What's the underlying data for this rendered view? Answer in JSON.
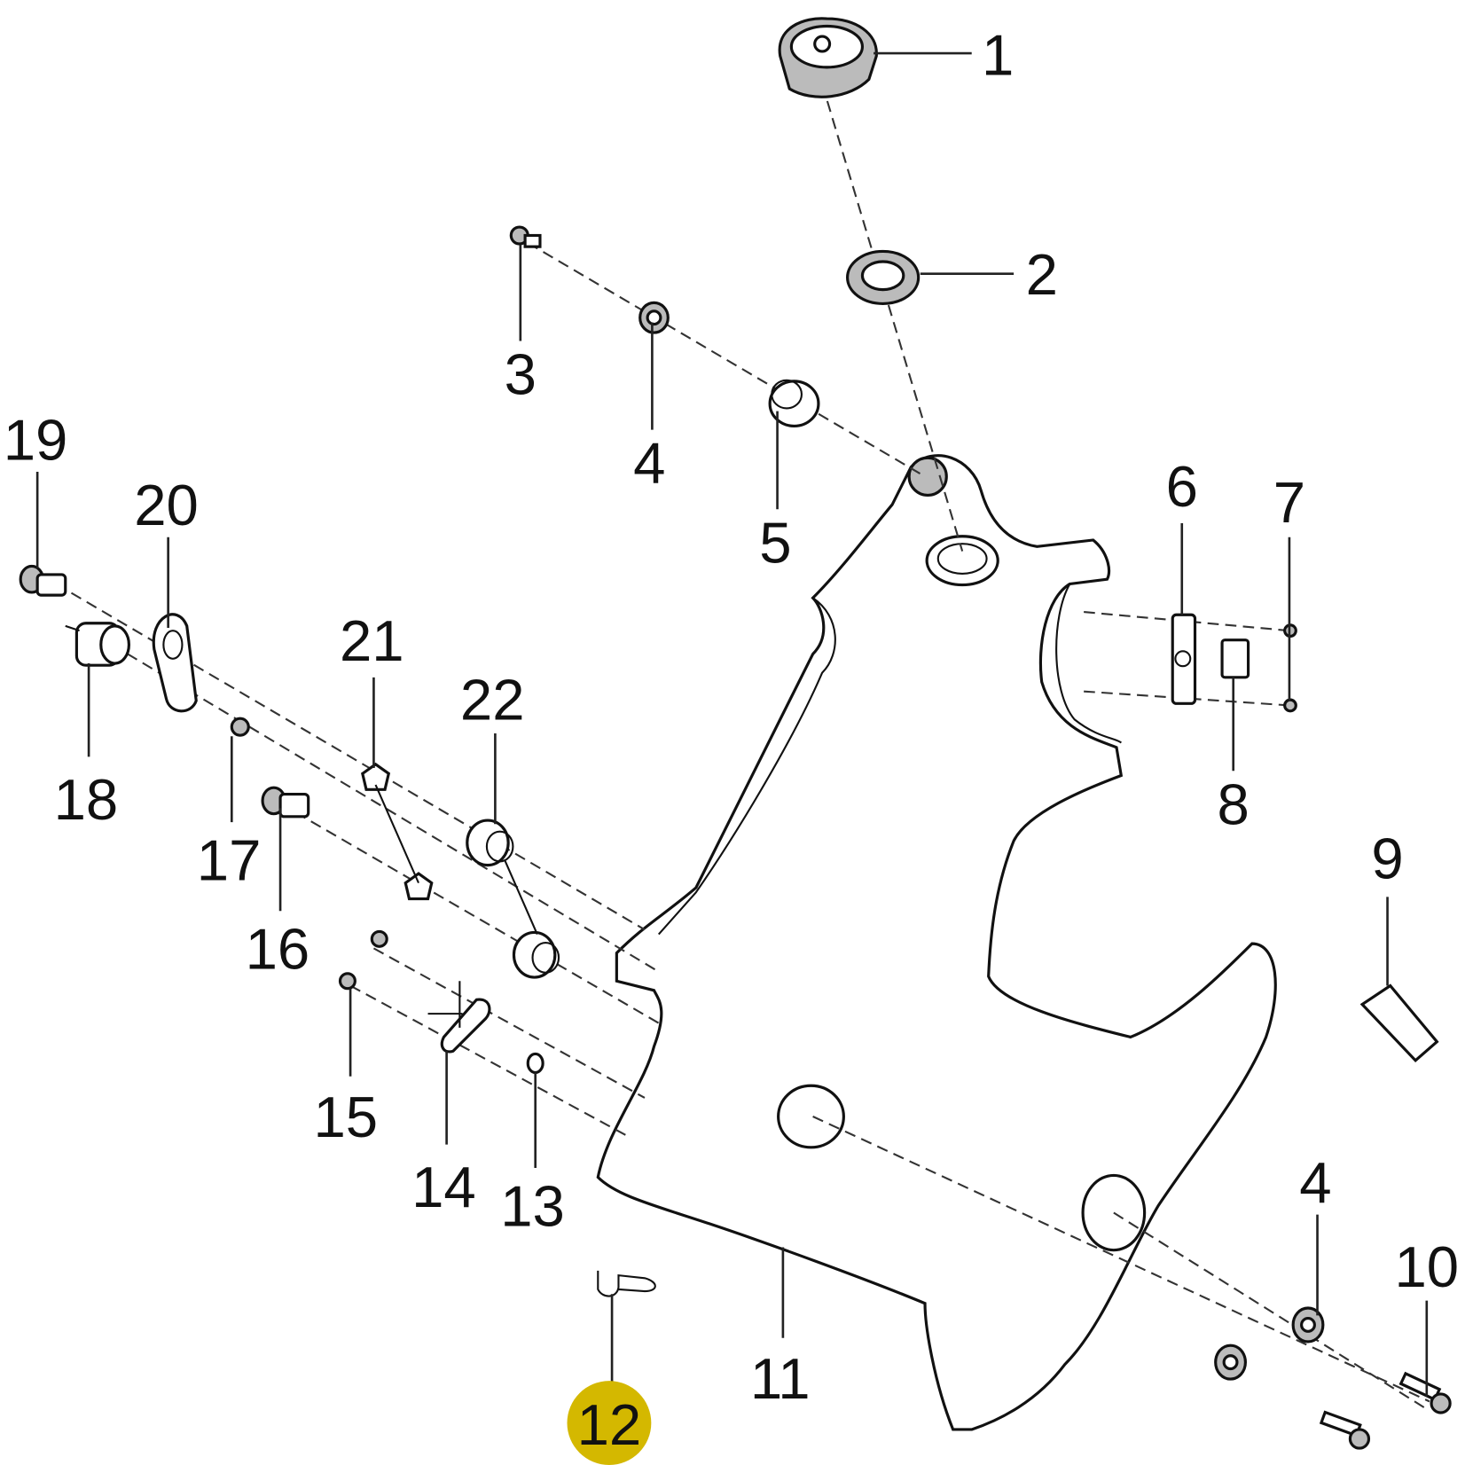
{
  "diagram": {
    "title": "Exploded parts view",
    "highlight_color": "#d4b800",
    "callouts": [
      {
        "id": "c1",
        "label": "1"
      },
      {
        "id": "c2",
        "label": "2"
      },
      {
        "id": "c3",
        "label": "3"
      },
      {
        "id": "c4a",
        "label": "4"
      },
      {
        "id": "c5",
        "label": "5"
      },
      {
        "id": "c6",
        "label": "6"
      },
      {
        "id": "c7",
        "label": "7"
      },
      {
        "id": "c8",
        "label": "8"
      },
      {
        "id": "c9",
        "label": "9"
      },
      {
        "id": "c10",
        "label": "10"
      },
      {
        "id": "c11",
        "label": "11"
      },
      {
        "id": "c12",
        "label": "12",
        "highlighted": true
      },
      {
        "id": "c13",
        "label": "13"
      },
      {
        "id": "c14",
        "label": "14"
      },
      {
        "id": "c15",
        "label": "15"
      },
      {
        "id": "c16",
        "label": "16"
      },
      {
        "id": "c17",
        "label": "17"
      },
      {
        "id": "c18",
        "label": "18"
      },
      {
        "id": "c19",
        "label": "19"
      },
      {
        "id": "c20",
        "label": "20"
      },
      {
        "id": "c21",
        "label": "21"
      },
      {
        "id": "c22",
        "label": "22"
      },
      {
        "id": "c4b",
        "label": "4"
      }
    ]
  }
}
